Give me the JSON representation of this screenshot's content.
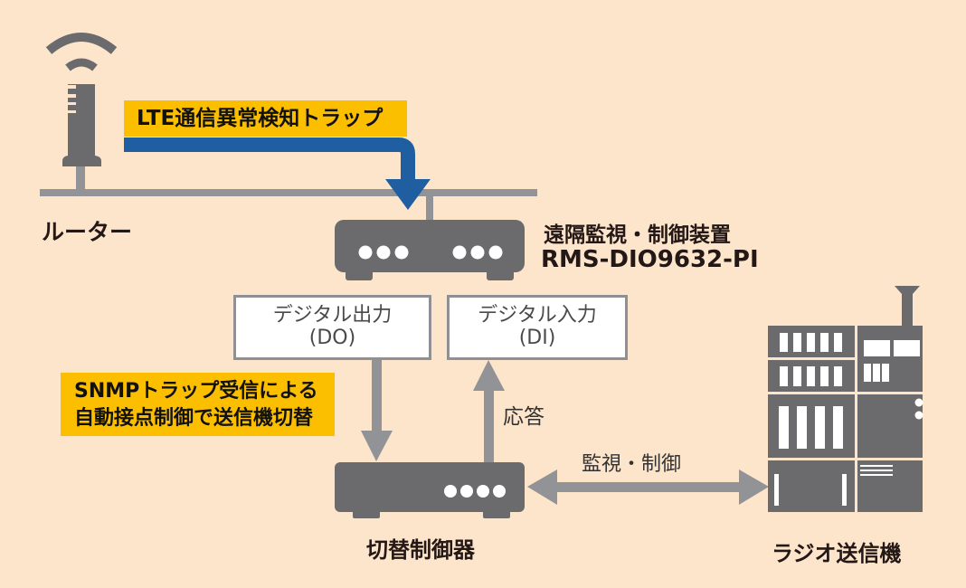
{
  "diagram": {
    "colors": {
      "background": "#fde5cc",
      "device_gray": "#6b6b6e",
      "line_gray": "#929396",
      "trap_blue": "#1f5ea1",
      "highlight_yellow": "#fcbf00",
      "box_border": "#8f9093"
    },
    "nodes": {
      "router": {
        "label": "ルーター",
        "icon": "lte-router-icon"
      },
      "rms_device": {
        "label_line1": "遠隔監視・制御装置",
        "label_line2": "RMS-DIO9632-PI",
        "icon": "network-device-icon"
      },
      "switch_controller": {
        "label": "切替制御器",
        "icon": "controller-device-icon"
      },
      "radio_transmitter": {
        "label": "ラジオ送信機",
        "icon": "transmitter-rack-icon"
      }
    },
    "boxes": {
      "digital_output": {
        "line1": "デジタル出力",
        "line2": "(DO)"
      },
      "digital_input": {
        "line1": "デジタル入力",
        "line2": "(DI)"
      }
    },
    "callouts": {
      "lte_trap": "LTE通信異常検知トラップ",
      "snmp_line1": "SNMPトラップ受信による",
      "snmp_line2": "自動接点制御で送信機切替"
    },
    "edges": {
      "response": "応答",
      "monitor_control": "監視・制御"
    }
  }
}
